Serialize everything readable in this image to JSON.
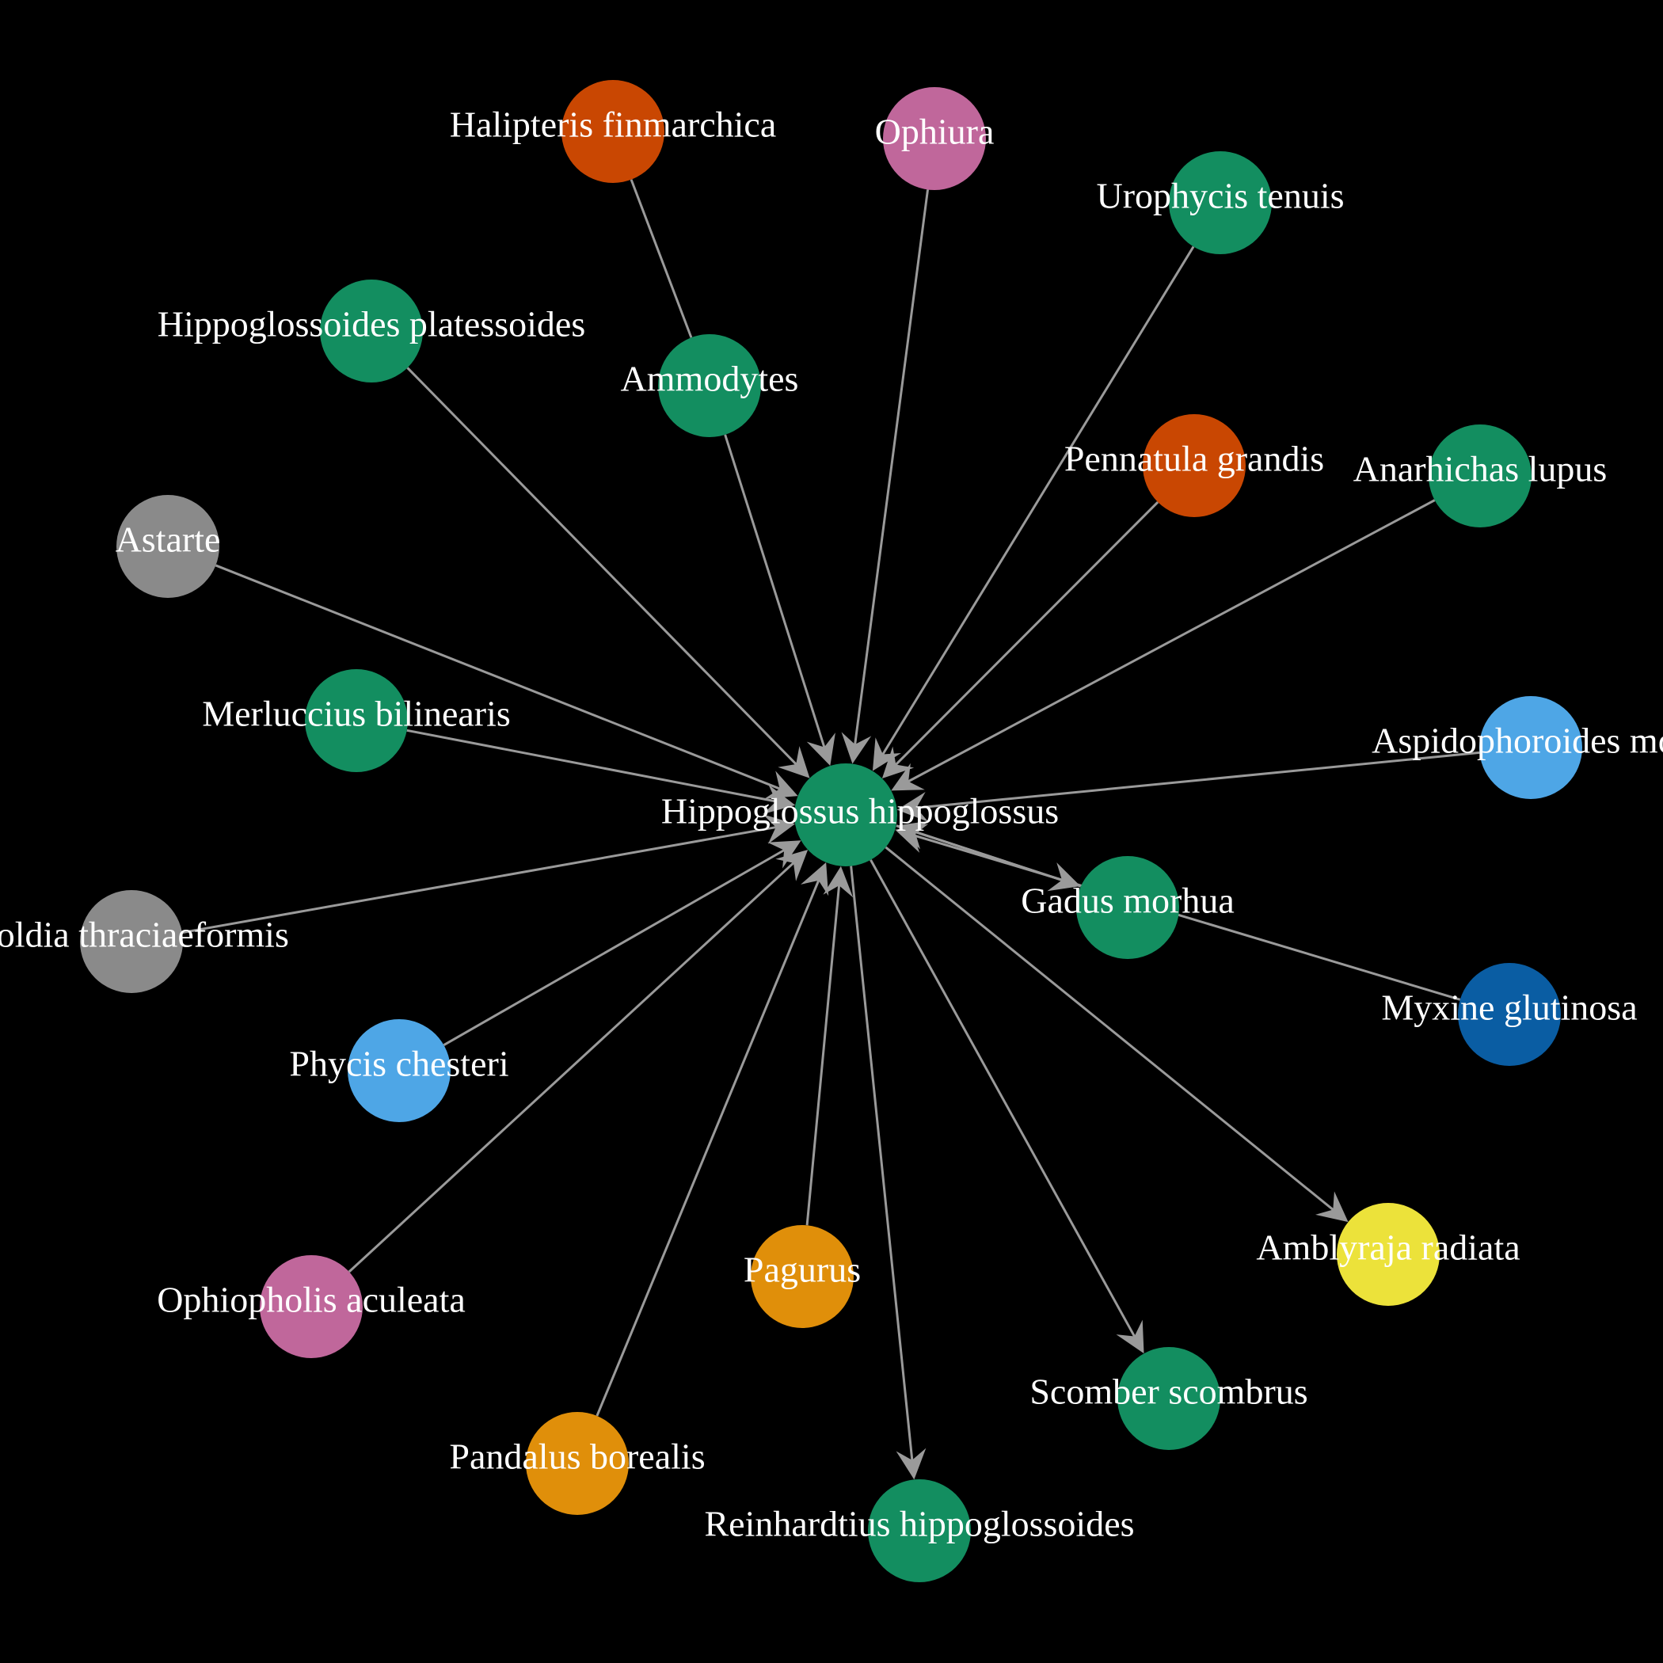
{
  "colors": {
    "background": "#000000",
    "edge": "#9a9a9a",
    "label": "#ffffff",
    "green": "#138e60",
    "orange_red": "#c94702",
    "pink": "#c0679b",
    "gray": "#8a8a8a",
    "light_blue": "#4ea6e6",
    "dark_blue": "#0a5da3",
    "yellow": "#ece23a",
    "orange": "#e08f0a"
  },
  "nodes": [
    {
      "id": "hippoglossus",
      "label": "Hippoglossus hippoglossus",
      "color": "#138e60"
    },
    {
      "id": "halipteris",
      "label": "Halipteris finmarchica",
      "color": "#c94702"
    },
    {
      "id": "ophiura",
      "label": "Ophiura",
      "color": "#c0679b"
    },
    {
      "id": "urophycis",
      "label": "Urophycis tenuis",
      "color": "#138e60"
    },
    {
      "id": "hippoglossoides",
      "label": "Hippoglossoides platessoides",
      "color": "#138e60"
    },
    {
      "id": "ammodytes",
      "label": "Ammodytes",
      "color": "#138e60"
    },
    {
      "id": "pennatula",
      "label": "Pennatula grandis",
      "color": "#c94702"
    },
    {
      "id": "anarhichas",
      "label": "Anarhichas lupus",
      "color": "#138e60"
    },
    {
      "id": "astarte",
      "label": "Astarte",
      "color": "#8a8a8a"
    },
    {
      "id": "merluccius",
      "label": "Merluccius bilinearis",
      "color": "#138e60"
    },
    {
      "id": "aspidophoroides",
      "label": "Aspidophoroides monopterygius",
      "color": "#4ea6e6"
    },
    {
      "id": "gadus",
      "label": "Gadus morhua",
      "color": "#138e60"
    },
    {
      "id": "yoldia",
      "label": "Yoldia thraciaeformis",
      "color": "#8a8a8a"
    },
    {
      "id": "myxine",
      "label": "Myxine glutinosa",
      "color": "#0a5da3"
    },
    {
      "id": "phycis",
      "label": "Phycis chesteri",
      "color": "#4ea6e6"
    },
    {
      "id": "amblyraja",
      "label": "Amblyraja radiata",
      "color": "#ece23a"
    },
    {
      "id": "ophiopholis",
      "label": "Ophiopholis aculeata",
      "color": "#c0679b"
    },
    {
      "id": "pagurus",
      "label": "Pagurus",
      "color": "#e08f0a"
    },
    {
      "id": "scomber",
      "label": "Scomber scombrus",
      "color": "#138e60"
    },
    {
      "id": "pandalus",
      "label": "Pandalus borealis",
      "color": "#e08f0a"
    },
    {
      "id": "reinhardtius",
      "label": "Reinhardtius hippoglossoides",
      "color": "#138e60"
    }
  ],
  "edges": [
    {
      "from": "halipteris",
      "to": "ammodytes",
      "arrow": false
    },
    {
      "from": "ammodytes",
      "to": "hippoglossus",
      "arrow": true
    },
    {
      "from": "ophiura",
      "to": "hippoglossus",
      "arrow": true
    },
    {
      "from": "urophycis",
      "to": "hippoglossus",
      "arrow": true
    },
    {
      "from": "pennatula",
      "to": "hippoglossus",
      "arrow": true
    },
    {
      "from": "anarhichas",
      "to": "hippoglossus",
      "arrow": true
    },
    {
      "from": "hippoglossoides",
      "to": "hippoglossus",
      "arrow": true
    },
    {
      "from": "astarte",
      "to": "hippoglossus",
      "arrow": true
    },
    {
      "from": "merluccius",
      "to": "hippoglossus",
      "arrow": true
    },
    {
      "from": "aspidophoroides",
      "to": "hippoglossus",
      "arrow": true
    },
    {
      "from": "yoldia",
      "to": "hippoglossus",
      "arrow": true
    },
    {
      "from": "phycis",
      "to": "hippoglossus",
      "arrow": true
    },
    {
      "from": "ophiopholis",
      "to": "hippoglossus",
      "arrow": true
    },
    {
      "from": "pandalus",
      "to": "hippoglossus",
      "arrow": true
    },
    {
      "from": "pagurus",
      "to": "hippoglossus",
      "arrow": true
    },
    {
      "from": "myxine",
      "to": "hippoglossus",
      "arrow": true
    },
    {
      "from": "gadus",
      "to": "hippoglossus",
      "arrow": true
    },
    {
      "from": "hippoglossus",
      "to": "gadus",
      "arrow": true
    },
    {
      "from": "hippoglossus",
      "to": "amblyraja",
      "arrow": true
    },
    {
      "from": "hippoglossus",
      "to": "scomber",
      "arrow": true
    },
    {
      "from": "hippoglossus",
      "to": "reinhardtius",
      "arrow": true
    }
  ]
}
